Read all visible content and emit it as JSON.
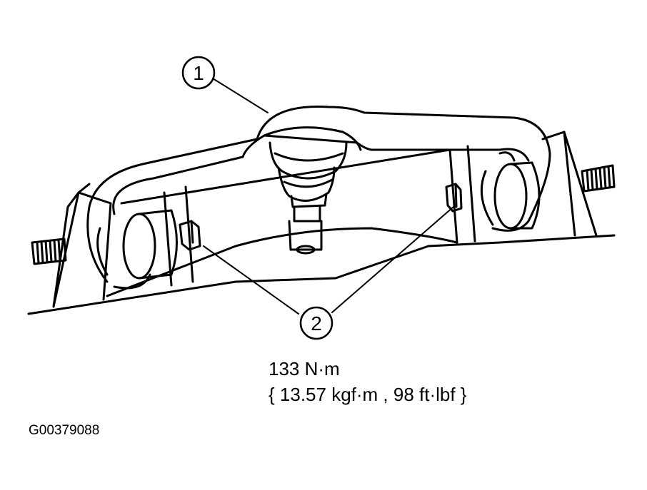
{
  "callouts": [
    {
      "number": "1"
    },
    {
      "number": "2"
    }
  ],
  "torque": {
    "primary": "133 N·m",
    "secondary": "{ 13.57 kgf·m , 98 ft·lbf }"
  },
  "figure_id": "G00379088"
}
